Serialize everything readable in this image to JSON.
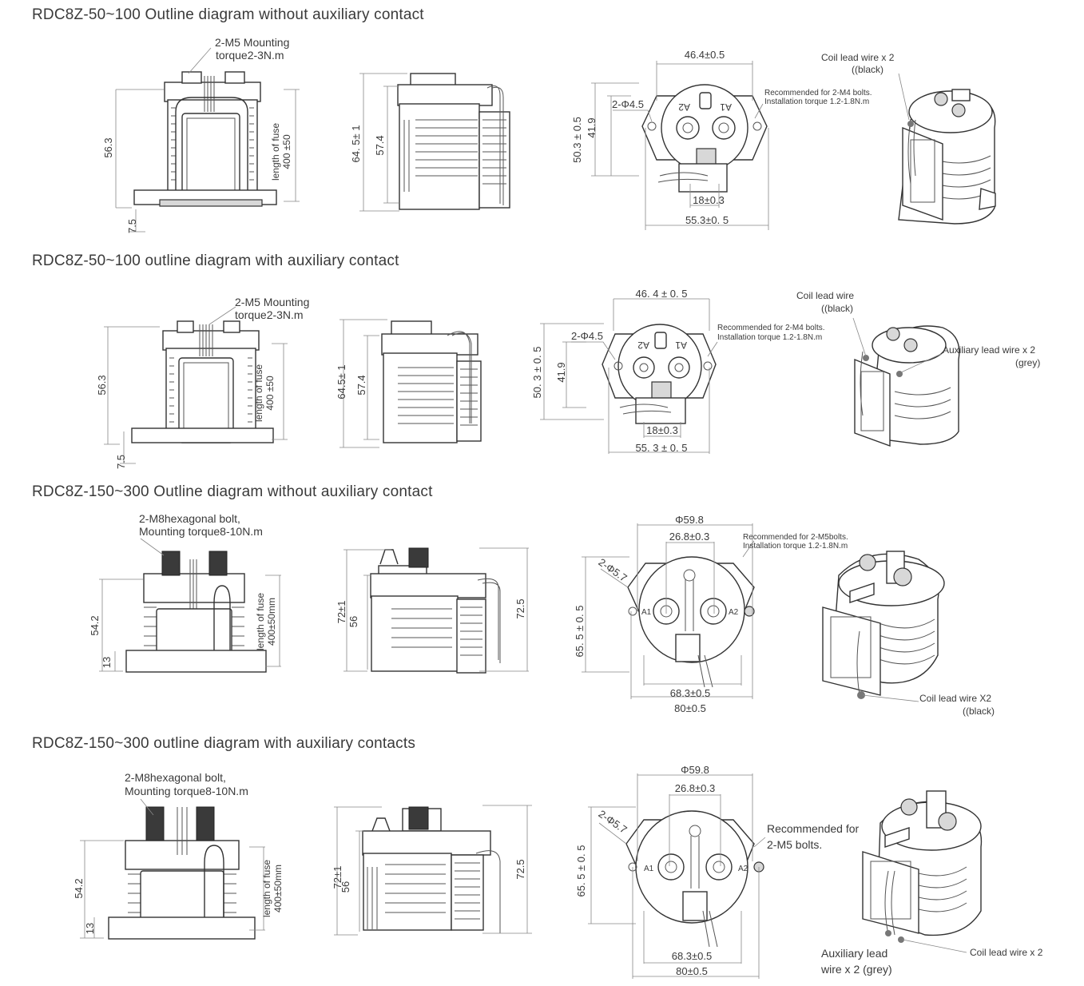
{
  "sections": [
    {
      "title": "RDC8Z-50~100 Outline diagram without auxiliary contact",
      "front": {
        "callout": [
          "2-M5 Mounting",
          "torque2-3N.m"
        ],
        "height": "56.3",
        "base": "7.5",
        "fuse": [
          "length of fuse",
          "400 ±50"
        ]
      },
      "side": {
        "overall": "64. 5± 1",
        "body": "57.4"
      },
      "top": {
        "width": "46.4±0.5",
        "hole": "2-Φ4.5",
        "height": "50.3 ± 0.5",
        "inner": "41.9",
        "center": "18±0.3",
        "span": "55.3±0. 5",
        "terminal_left": "A2",
        "terminal_right": "A1",
        "note": [
          "Recommended for 2-M4 bolts.",
          "Installation torque 1.2-1.8N.m"
        ]
      },
      "iso": {
        "labels": [
          "Coil lead wire x 2",
          "((black)"
        ]
      }
    },
    {
      "title": "RDC8Z-50~100 outline diagram with auxiliary contact",
      "front": {
        "callout": [
          "2-M5 Mounting",
          "torque2-3N.m"
        ],
        "height": "56.3",
        "base": "7.5",
        "fuse": [
          "length of fuse",
          "400 ±50"
        ]
      },
      "side": {
        "overall": "64.5± 1",
        "body": "57.4"
      },
      "top": {
        "width": "46. 4 ± 0. 5",
        "hole": "2-Φ4.5",
        "height": "50. 3 ± 0. 5",
        "inner": "41.9",
        "center": "18±0.3",
        "span": "55. 3 ± 0. 5",
        "terminal_left": "A2",
        "terminal_right": "A1",
        "note": [
          "Recommended for 2-M4 bolts.",
          "Installation torque 1.2-1.8N.m"
        ]
      },
      "iso": {
        "labels": [
          "Coil lead wire",
          "((black)"
        ],
        "aux": [
          "Auxiliary lead wire x 2",
          "(grey)"
        ]
      }
    },
    {
      "title": "RDC8Z-150~300 Outline diagram without auxiliary contact",
      "front": {
        "callout": [
          "2-M8hexagonal bolt,",
          "Mounting torque8-10N.m"
        ],
        "height": "54.2",
        "base": "13",
        "fuse": [
          "length of fuse",
          "400±50mm"
        ]
      },
      "side": {
        "overall": "72±1",
        "body": "56",
        "right": "72.5"
      },
      "top": {
        "dia": "Φ59.8",
        "inner": "26.8±0.3",
        "hole": "2-Φ5.7",
        "height": "65. 5 ± 0. 5",
        "span_inner": "68.3±0.5",
        "span": "80±0.5",
        "terminal_left": "A1",
        "terminal_right": "A2",
        "note": [
          "Recommended for 2-M5bolts.",
          "Installation torque 1.2-1.8N.m"
        ]
      },
      "iso": {
        "labels": [
          "Coil lead wire  X2",
          "((black)"
        ]
      }
    },
    {
      "title": "RDC8Z-150~300 outline diagram with auxiliary contacts",
      "front": {
        "callout": [
          "2-M8hexagonal bolt,",
          "Mounting torque8-10N.m"
        ],
        "height": "54.2",
        "base": "13",
        "fuse": [
          "length of fuse",
          "400±50mm"
        ]
      },
      "side": {
        "overall": "72±1",
        "body": "56",
        "right": "72.5"
      },
      "top": {
        "dia": "Φ59.8",
        "inner": "26.8±0.3",
        "hole": "2-Φ5.7",
        "height": "65. 5 ± 0. 5",
        "span_inner": "68.3±0.5",
        "span": "80±0.5",
        "terminal_left": "A1",
        "terminal_right": "A2",
        "note": [
          "Recommended for",
          "2-M5 bolts."
        ]
      },
      "iso": {
        "labels": [
          "Auxiliary  lead",
          "wire x 2 (grey)"
        ],
        "coil": [
          "Coil lead wire x 2"
        ]
      }
    }
  ]
}
